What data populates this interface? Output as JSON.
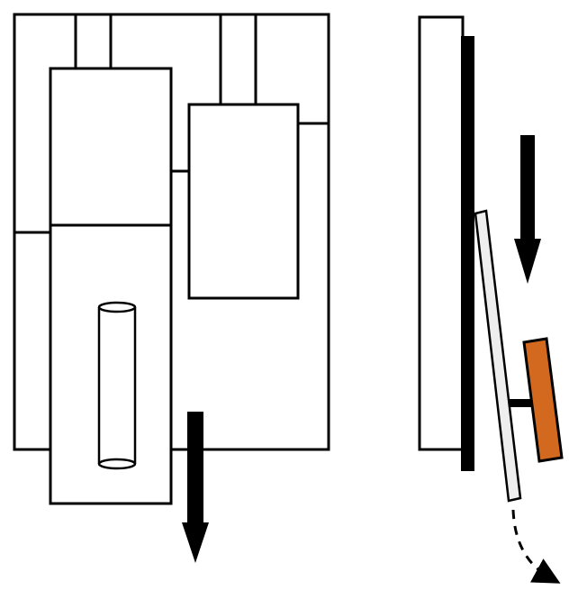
{
  "colors": {
    "background": "#ffffff",
    "stroke": "#000000",
    "panel_fill": "#ffffff",
    "slider_fill": "#eeeeee",
    "handle_fill": "#d2691e"
  },
  "front_view": {
    "parts": [
      "outer-frame",
      "upper-left-box",
      "right-box",
      "sliding-drawer",
      "cylinder"
    ],
    "motion": "downward-arrow"
  },
  "side_view": {
    "parts": [
      "side-panel",
      "black-rail",
      "tilted-slider",
      "orange-handle",
      "handle-stem"
    ],
    "motion": [
      "downward-arrow",
      "curved-dashed-arrow"
    ]
  }
}
